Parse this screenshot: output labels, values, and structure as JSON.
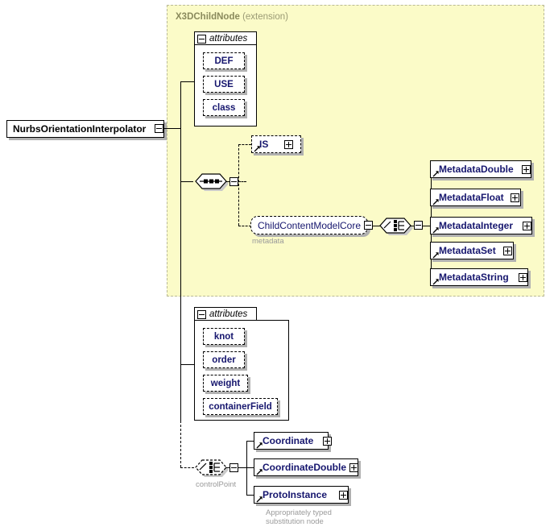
{
  "diagram": {
    "type": "xml-schema-element-diagram",
    "root_element": {
      "label": "NurbsOrientationInterpolator",
      "toggle": "minus"
    },
    "extension_region": {
      "base_type": "X3DChildNode",
      "qualifier": "(extension)",
      "background_color": "#fbfbc8",
      "border_color": "#b9b995"
    },
    "attribute_groups": [
      {
        "title": "attributes",
        "toggle": "minus",
        "attributes": [
          {
            "label": "DEF"
          },
          {
            "label": "USE"
          },
          {
            "label": "class"
          }
        ]
      },
      {
        "title": "attributes",
        "toggle": "minus",
        "attributes": [
          {
            "label": "knot"
          },
          {
            "label": "order"
          },
          {
            "label": "weight"
          },
          {
            "label": "containerField"
          }
        ]
      }
    ],
    "compositors": [
      {
        "kind": "sequence",
        "optional": false,
        "toggle": "minus",
        "caption": ""
      },
      {
        "kind": "choice",
        "optional": false,
        "toggle": "minus",
        "caption": ""
      },
      {
        "kind": "choice",
        "optional": true,
        "toggle": "minus",
        "caption": "controlPoint"
      }
    ],
    "elements": {
      "is_element": {
        "label": "IS",
        "optional": true,
        "toggle": "plus",
        "reference": true
      },
      "model_group": {
        "label": "ChildContentModelCore",
        "caption": "metadata",
        "toggle": "minus",
        "optional": true
      },
      "metadata_children": [
        {
          "label": "MetadataDouble",
          "toggle": "plus",
          "reference": true
        },
        {
          "label": "MetadataFloat",
          "toggle": "plus",
          "reference": true
        },
        {
          "label": "MetadataInteger",
          "toggle": "plus",
          "reference": true
        },
        {
          "label": "MetadataSet",
          "toggle": "plus",
          "reference": true
        },
        {
          "label": "MetadataString",
          "toggle": "plus",
          "reference": true
        }
      ],
      "control_point_children": [
        {
          "label": "Coordinate",
          "toggle": "plus",
          "reference": true
        },
        {
          "label": "CoordinateDouble",
          "toggle": "plus",
          "reference": true
        },
        {
          "label": "ProtoInstance",
          "toggle": "plus",
          "reference": true
        }
      ]
    },
    "annotations": [
      {
        "id": "proto-note",
        "line1": "Appropriately typed",
        "line2": "substitution node"
      }
    ],
    "colors": {
      "element_label": "#16166e",
      "caption": "#9a9a9a",
      "extension_title": "#8a8a5c",
      "shadow": "#b0b0b0"
    }
  }
}
